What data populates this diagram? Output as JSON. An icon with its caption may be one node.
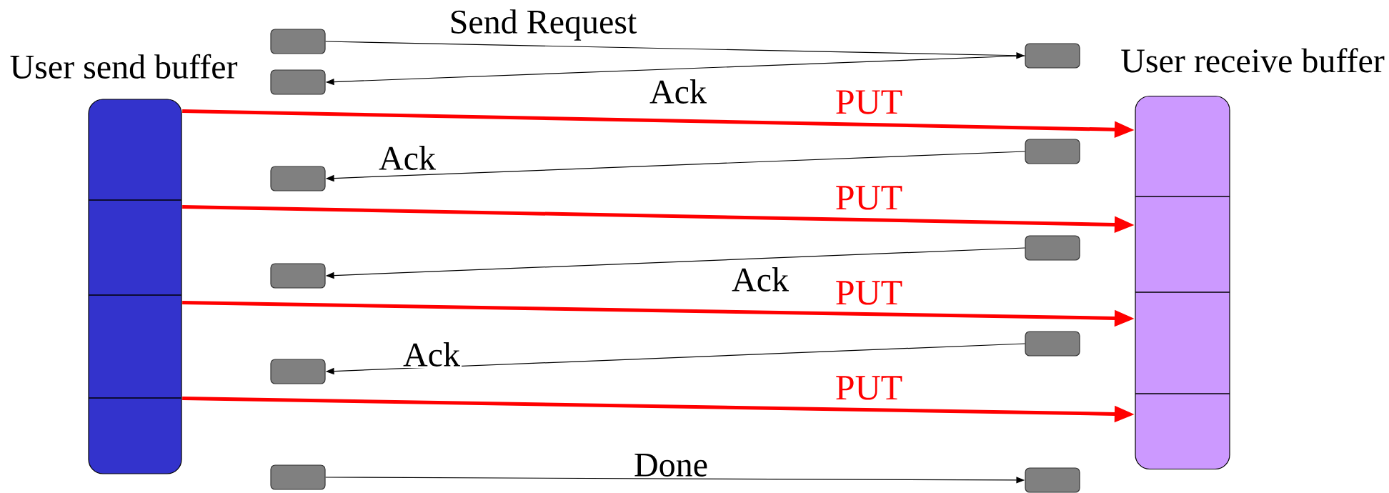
{
  "diagram": {
    "nodes": [
      {
        "text": [
          "User send buffer"
        ]
      },
      {
        "text": [
          "User receive buffer"
        ]
      },
      {
        "text": [],
        "shape": "box"
      },
      {
        "text": [],
        "shape": "box"
      },
      {
        "text": [],
        "shape": "box"
      },
      {
        "text": [],
        "shape": "box"
      },
      {
        "text": [],
        "shape": "box"
      },
      {
        "text": [],
        "shape": "box"
      },
      {
        "text": [],
        "shape": "box"
      },
      {
        "text": [],
        "shape": "box"
      },
      {
        "text": [],
        "shape": "box"
      },
      {
        "text": [],
        "shape": "box"
      },
      {
        "text": [],
        "shape": "box"
      }
    ],
    "edges": [
      {
        "from": 2,
        "to": 8,
        "arrow": "to",
        "label": "Send Request"
      },
      {
        "from": 8,
        "to": 3,
        "arrow": "to",
        "label": "Ack"
      },
      {
        "from": 0,
        "to": 1,
        "arrow": "to",
        "label": "PUT",
        "style": "thick",
        "color": "#ff0000"
      },
      {
        "from": 9,
        "to": 4,
        "arrow": "to",
        "label": "Ack"
      },
      {
        "from": 0,
        "to": 1,
        "arrow": "to",
        "label": "PUT",
        "style": "thick",
        "color": "#ff0000"
      },
      {
        "from": 10,
        "to": 5,
        "arrow": "to",
        "label": "Ack"
      },
      {
        "from": 0,
        "to": 1,
        "arrow": "to",
        "label": "PUT",
        "style": "thick",
        "color": "#ff0000"
      },
      {
        "from": 11,
        "to": 6,
        "arrow": "to",
        "label": "Ack"
      },
      {
        "from": 0,
        "to": 1,
        "arrow": "to",
        "label": "PUT",
        "style": "thick",
        "color": "#ff0000"
      },
      {
        "from": 7,
        "to": 12,
        "arrow": "to",
        "label": "Done"
      }
    ]
  }
}
